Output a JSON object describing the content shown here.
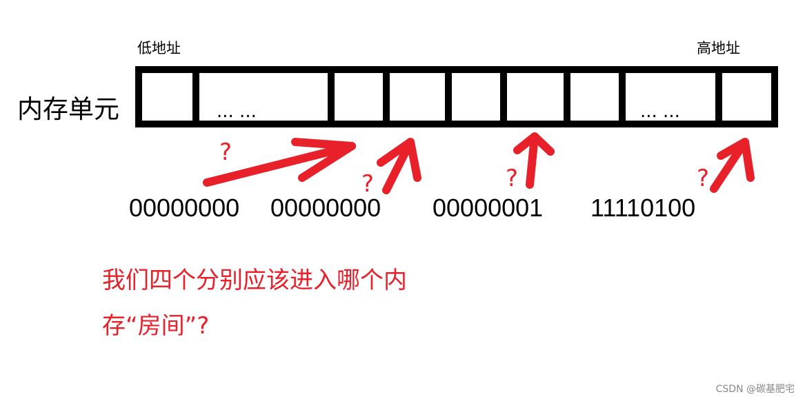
{
  "colors": {
    "ink": "#000000",
    "accent": "#e8202a",
    "watermark": "#888888"
  },
  "memory": {
    "title": "内存单元",
    "low_label": "低地址",
    "high_label": "高地址",
    "ellipsis_1": "... ...",
    "ellipsis_2": "... ..."
  },
  "bytes": [
    "00000000",
    "00000000",
    "00000001",
    "11110100"
  ],
  "question_marks": [
    "?",
    "?",
    "?",
    "?"
  ],
  "question": {
    "line1": "我们四个分别应该进入哪个内",
    "line2": "存“房间”?"
  },
  "watermark": "CSDN @碳基肥宅"
}
